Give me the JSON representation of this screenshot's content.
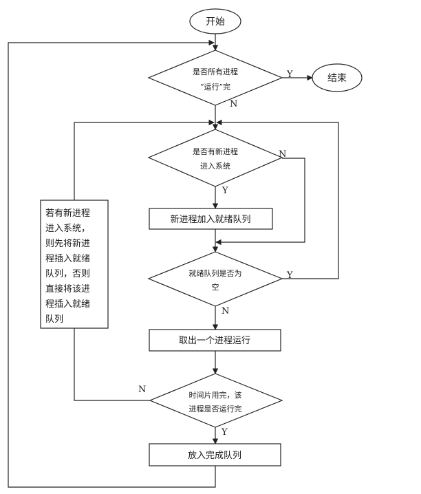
{
  "nodes": {
    "start": "开始",
    "end": "结束",
    "all_done": {
      "line1": "是否所有进程",
      "line2": "“运行”完"
    },
    "new_process": {
      "line1": "是否有新进程",
      "line2": "进入系统"
    },
    "add_ready": "新进程加入就绪队列",
    "ready_empty": {
      "line1": "就绪队列是否为",
      "line2": "空"
    },
    "run_one": "取出一个进程运行",
    "time_slice": {
      "line1": "时间片用完，该",
      "line2": "进程是否运行完"
    },
    "finish_queue": "放入完成队列",
    "note": {
      "line1": "若有新进程",
      "line2": "进入系统，",
      "line3": "则先将新进",
      "line4": "程插入就绪",
      "line5": "队列，否则",
      "line6": "直接将该进",
      "line7": "程插入就绪",
      "line8": "队列"
    }
  },
  "labels": {
    "all_done_yes": "Y",
    "all_done_no": "N",
    "new_process_no": "N",
    "new_process_yes": "Y",
    "ready_empty_yes": "Y",
    "ready_empty_no": "N",
    "time_slice_no": "N",
    "time_slice_yes": "Y"
  }
}
